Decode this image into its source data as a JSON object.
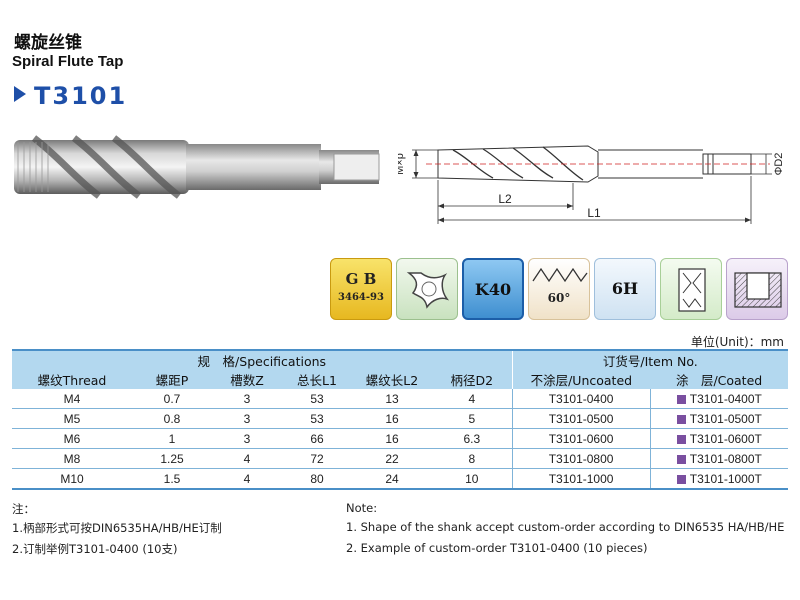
{
  "header": {
    "title_cn": "螺旋丝锥",
    "title_en": "Spiral Flute Tap",
    "model": "T3101"
  },
  "drawing": {
    "label_mxp": "M×p",
    "label_d2": "ΦD2",
    "label_l2": "L2",
    "label_l1": "L1"
  },
  "badges": {
    "standard_line1": "G B",
    "standard_line2": "3464-93",
    "material": "K40",
    "angle": "60°",
    "tolerance": "6H"
  },
  "table": {
    "unit_label": "单位(Unit)：mm",
    "group_spec": "规　格/Specifications",
    "group_item": "订货号/Item No.",
    "columns": [
      "螺纹Thread",
      "螺距P",
      "槽数Z",
      "总长L1",
      "螺纹长L2",
      "柄径D2",
      "不涂层/Uncoated",
      "涂　层/Coated"
    ],
    "rows": [
      [
        "M4",
        "0.7",
        "3",
        "53",
        "13",
        "4",
        "T3101-0400",
        "T3101-0400T"
      ],
      [
        "M5",
        "0.8",
        "3",
        "53",
        "16",
        "5",
        "T3101-0500",
        "T3101-0500T"
      ],
      [
        "M6",
        "1",
        "3",
        "66",
        "16",
        "6.3",
        "T3101-0600",
        "T3101-0600T"
      ],
      [
        "M8",
        "1.25",
        "4",
        "72",
        "22",
        "8",
        "T3101-0800",
        "T3101-0800T"
      ],
      [
        "M10",
        "1.5",
        "4",
        "80",
        "24",
        "10",
        "T3101-1000",
        "T3101-1000T"
      ]
    ]
  },
  "notes": {
    "cn_title": "注：",
    "cn_1": "1.柄部形式可按DIN6535HA/HB/HE订制",
    "cn_2": "2.订制举例T3101-0400 (10支)",
    "en_title": "Note:",
    "en_1": "1. Shape of the shank accept custom-order according to DIN6535 HA/HB/HE",
    "en_2": "2. Example of custom-order T3101-0400  (10 pieces)"
  },
  "colors": {
    "accent": "#1e4fa8",
    "table_header": "#b3d8ef",
    "table_rule": "#4a8fc7",
    "coated_marker": "#7a4fa0"
  }
}
